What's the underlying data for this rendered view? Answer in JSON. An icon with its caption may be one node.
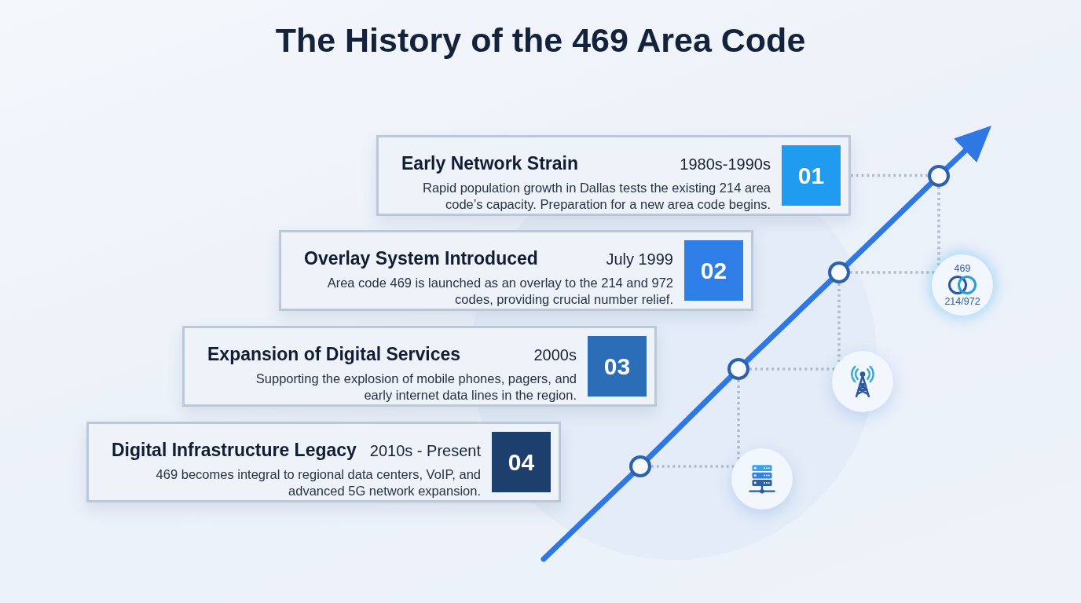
{
  "diagram": {
    "title": "The History of the 469 Area Code",
    "nodes": [
      {
        "text": [
          "Early Network Strain",
          "1980s-1990s",
          "Rapid population growth in Dallas tests the existing 214 area code’s capacity. Preparation for a new area code begins."
        ]
      },
      {
        "text": [
          "01"
        ],
        "in": 0
      },
      {
        "text": [
          "Overlay System Introduced",
          "July 1999",
          "Area code 469 is launched as an overlay to the 214 and 972 codes, providing crucial number relief."
        ]
      },
      {
        "text": [
          "02"
        ],
        "in": 2
      },
      {
        "text": [
          "Expansion of Digital Services",
          "2000s",
          "Supporting the explosion of mobile phones, pagers, and early internet data lines in the region."
        ]
      },
      {
        "text": [
          "03"
        ],
        "in": 4
      },
      {
        "text": [
          "Digital Infrastructure Legacy",
          "2010s - Present",
          "469 becomes integral to regional data centers, VoIP, and advanced 5G network expansion."
        ]
      },
      {
        "text": [
          "04"
        ],
        "in": 6
      },
      {
        "text": [],
        "shape": "circle"
      },
      {
        "text": [],
        "shape": "circle"
      },
      {
        "text": [],
        "shape": "circle"
      },
      {
        "text": [],
        "shape": "circle"
      },
      {
        "text": [
          "469",
          "214/972"
        ]
      },
      {
        "text": [],
        "shape": "circle"
      },
      {
        "text": [],
        "shape": "circle"
      }
    ],
    "edges": [
      {
        "from": null,
        "to": 11,
        "arrow": "none",
        "style": "thick",
        "color": "#2f78e4"
      },
      {
        "from": 11,
        "to": 10,
        "arrow": "none",
        "style": "thick",
        "color": "#2f78e4"
      },
      {
        "from": 10,
        "to": 9,
        "arrow": "none",
        "style": "thick",
        "color": "#2f78e4"
      },
      {
        "from": 9,
        "to": 8,
        "arrow": "none",
        "style": "thick",
        "color": "#2f78e4"
      },
      {
        "from": 8,
        "to": null,
        "arrow": "to",
        "style": "thick",
        "color": "#2f78e4"
      },
      {
        "from": 0,
        "to": 8,
        "arrow": "none",
        "style": "dashed"
      },
      {
        "from": 8,
        "to": 12,
        "arrow": "none",
        "style": "dashed"
      },
      {
        "from": 9,
        "to": 12,
        "arrow": "none",
        "style": "dashed"
      },
      {
        "from": 9,
        "to": 13,
        "arrow": "none",
        "style": "dashed"
      },
      {
        "from": 10,
        "to": 13,
        "arrow": "none",
        "style": "dashed"
      },
      {
        "from": 10,
        "to": 14,
        "arrow": "none",
        "style": "dashed"
      },
      {
        "from": 11,
        "to": 14,
        "arrow": "none",
        "style": "dashed"
      }
    ]
  }
}
